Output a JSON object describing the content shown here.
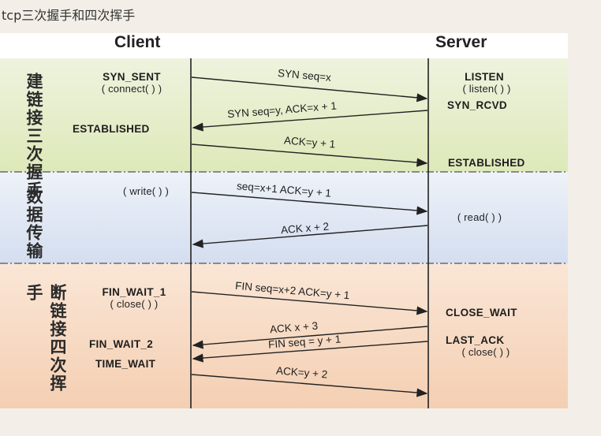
{
  "page_title": "tcp三次握手和四次挥手",
  "headers": {
    "client": "Client",
    "server": "Server"
  },
  "phases": {
    "handshake": "建链接三次握手",
    "transfer": "数据传输",
    "teardown": "断链接四次挥手"
  },
  "client_states": {
    "syn_sent": "SYN_SENT",
    "connect_call": "( connect( ) )",
    "established": "ESTABLISHED",
    "write_call": "( write( ) )",
    "fin_wait_1": "FIN_WAIT_1",
    "close_call": "( close( ) )",
    "fin_wait_2": "FIN_WAIT_2",
    "time_wait": "TIME_WAIT"
  },
  "server_states": {
    "listen": "LISTEN",
    "listen_call": "( listen( ) )",
    "syn_rcvd": "SYN_RCVD",
    "established": "ESTABLISHED",
    "read_call": "( read( ) )",
    "close_wait": "CLOSE_WAIT",
    "last_ack": "LAST_ACK",
    "close_call": "( close( ) )"
  },
  "messages": {
    "m1": "SYN seq=x",
    "m2": "SYN seq=y, ACK=x + 1",
    "m3": "ACK=y + 1",
    "m4": "seq=x+1 ACK=y + 1",
    "m5": "ACK x + 2",
    "m6": "FIN seq=x+2 ACK=y + 1",
    "m7": "ACK x + 3",
    "m8": "FIN seq = y + 1",
    "m9": "ACK=y + 2"
  },
  "colors": {
    "handshake_band": "#e7efcf",
    "transfer_band": "#dfe7f3",
    "teardown_band": "#f7dcc6",
    "divider": "#6b6b6b",
    "line": "#222222"
  }
}
